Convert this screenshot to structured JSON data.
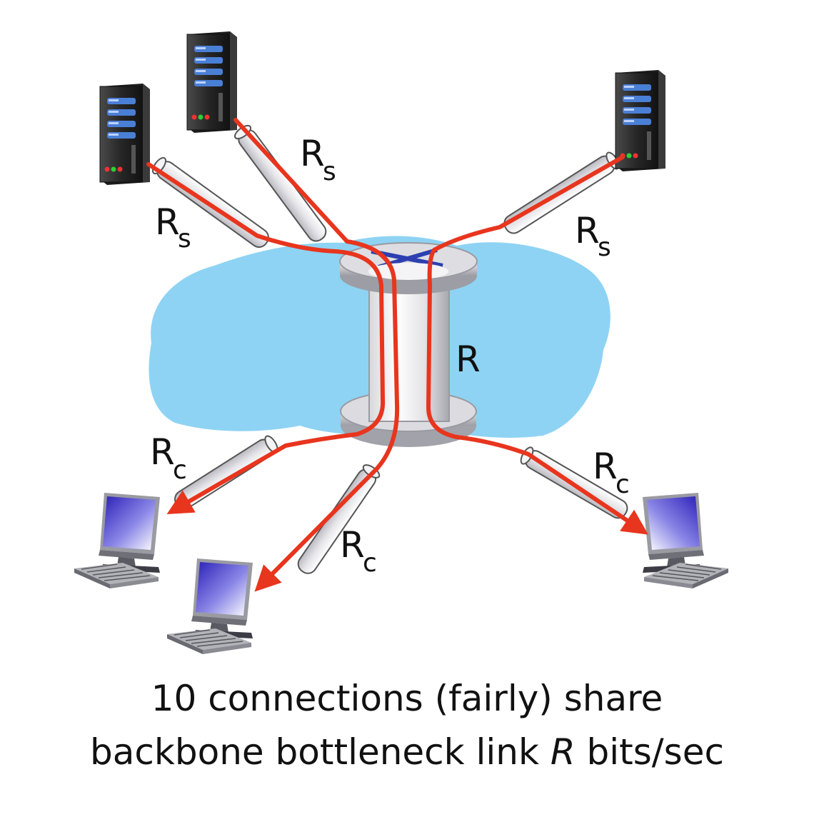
{
  "link_labels": {
    "server_link": {
      "main": "R",
      "sub": "s"
    },
    "client_link": {
      "main": "R",
      "sub": "c"
    },
    "bottleneck_link": "R"
  },
  "caption": {
    "line1": "10 connections (fairly) share",
    "line2_prefix": "backbone bottleneck link",
    "line2_variable": "R",
    "line2_suffix": "bits/sec"
  },
  "colors": {
    "network_cloud": "#8ed3f3",
    "connection": "#e8351e",
    "link_pipe": "#e9e9ee",
    "server_body": "#2c2c2c",
    "drive_bay": "#4a7fd6",
    "monitor_screen": "#4a45c8"
  },
  "icons": {
    "server": "server-tower-icon",
    "client": "desktop-computer-icon",
    "router": "router-icon"
  }
}
